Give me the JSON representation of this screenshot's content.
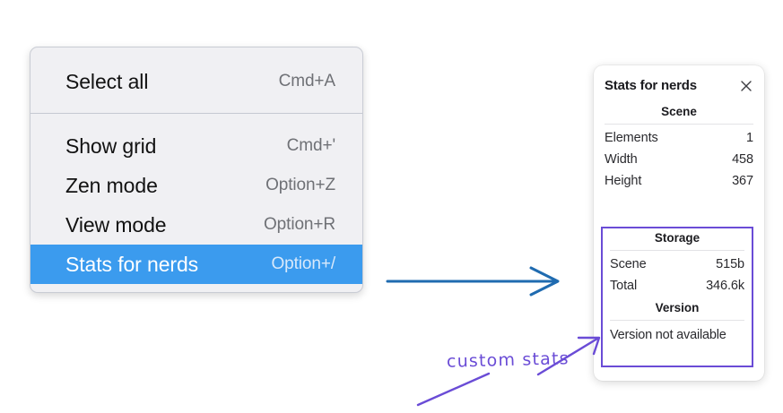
{
  "colors": {
    "menu_background": "#f0f0f3",
    "menu_highlight": "#3b9bee",
    "panel_background": "#ffffff",
    "annotation_purple": "#6a4cd6",
    "annotation_blue": "#1f6bb0"
  },
  "context_menu": {
    "groups": [
      {
        "items": [
          {
            "label": "Select all",
            "accel": "Cmd+A",
            "selected": false
          }
        ]
      },
      {
        "items": [
          {
            "label": "Show grid",
            "accel": "Cmd+'",
            "selected": false
          },
          {
            "label": "Zen mode",
            "accel": "Option+Z",
            "selected": false
          },
          {
            "label": "View mode",
            "accel": "Option+R",
            "selected": false
          },
          {
            "label": "Stats for nerds",
            "accel": "Option+/",
            "selected": true
          }
        ]
      }
    ]
  },
  "stats_panel": {
    "title": "Stats for nerds",
    "close_icon": "close-icon",
    "sections": [
      {
        "title": "Scene",
        "rows": [
          {
            "key": "Elements",
            "value": "1"
          },
          {
            "key": "Width",
            "value": "458"
          },
          {
            "key": "Height",
            "value": "367"
          }
        ]
      },
      {
        "title": "Storage",
        "rows": [
          {
            "key": "Scene",
            "value": "515b"
          },
          {
            "key": "Total",
            "value": "346.6k"
          }
        ]
      },
      {
        "title": "Version",
        "single_line": "Version not available"
      }
    ]
  },
  "annotations": {
    "handwritten_label": "custom stats",
    "blue_arrow": "arrow-menu-to-panel",
    "purple_arrow": "arrow-label-to-custom-section",
    "purple_underline": "underline-stroke"
  }
}
